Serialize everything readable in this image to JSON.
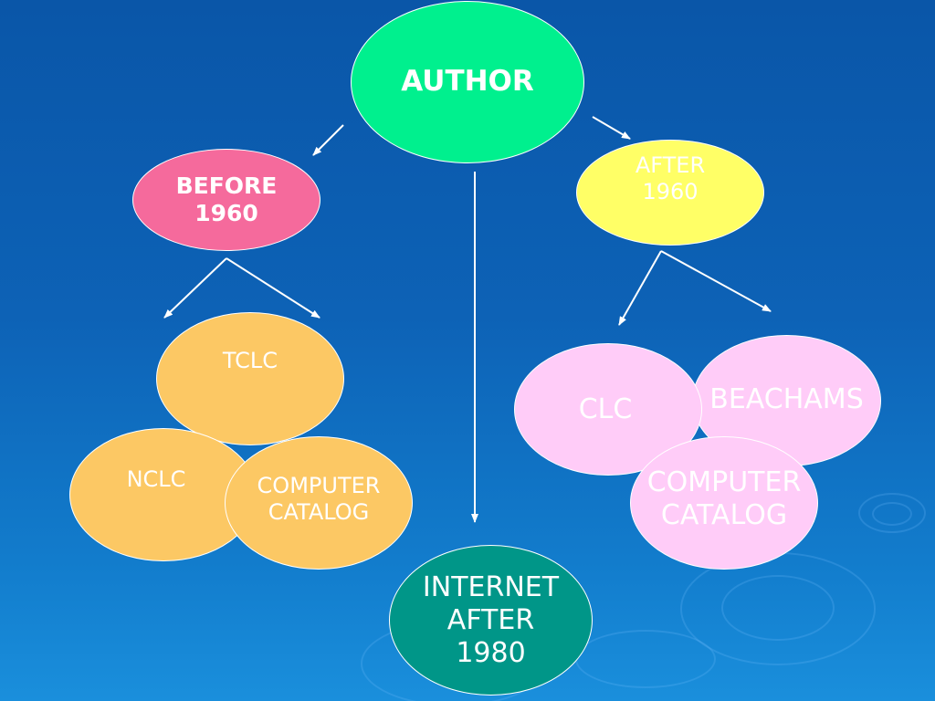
{
  "diagram": {
    "nodes": [
      {
        "id": "author",
        "label": "AUTHOR",
        "fill": "#00f08e",
        "text_color": "#ffffff",
        "bold": true
      },
      {
        "id": "before-1960",
        "label": "BEFORE\n 1960",
        "fill": "#f56a9c",
        "text_color": "#ffffff",
        "bold": true
      },
      {
        "id": "after-1960",
        "label": "AFTER\n1960",
        "fill": "#ffff66",
        "text_color": "#ffffff",
        "bold": false
      },
      {
        "id": "tclc",
        "label": "TCLC",
        "fill": "#fcc864",
        "text_color": "#ffffff",
        "bold": false
      },
      {
        "id": "nclc",
        "label": "NCLC",
        "fill": "#fcc864",
        "text_color": "#ffffff",
        "bold": false
      },
      {
        "id": "computer-catalog-left",
        "label": "COMPUTER\nCATALOG",
        "fill": "#fcc864",
        "text_color": "#ffffff",
        "bold": false
      },
      {
        "id": "beachams",
        "label": "BEACHAMS",
        "fill": "#ffccf8",
        "text_color": "#ffffff",
        "bold": false
      },
      {
        "id": "clc",
        "label": "CLC",
        "fill": "#ffccf8",
        "text_color": "#ffffff",
        "bold": false
      },
      {
        "id": "computer-catalog-right",
        "label": "COMPUTER\nCATALOG",
        "fill": "#ffccf8",
        "text_color": "#ffffff",
        "bold": false
      },
      {
        "id": "internet-after-1980",
        "label": "INTERNET\nAFTER\n1980",
        "fill": "#009688",
        "text_color": "#ffffff",
        "bold": false
      }
    ],
    "edges": [
      {
        "from": "author",
        "to": "before-1960"
      },
      {
        "from": "author",
        "to": "after-1960"
      },
      {
        "from": "author",
        "to": "internet-after-1980"
      },
      {
        "from": "before-1960",
        "to": "nclc"
      },
      {
        "from": "before-1960",
        "to": "computer-catalog-left"
      },
      {
        "from": "after-1960",
        "to": "clc"
      },
      {
        "from": "after-1960",
        "to": "beachams"
      }
    ],
    "colors": {
      "edge": "#ffffff",
      "node_border": "#ffffff"
    }
  }
}
